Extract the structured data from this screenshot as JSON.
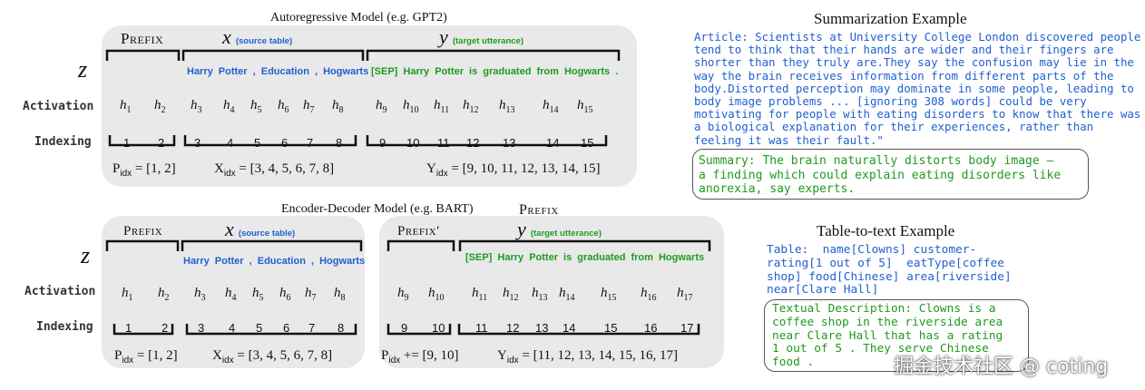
{
  "colors": {
    "blue": "#2060d0",
    "green": "#1f9a1f",
    "panel": "#e9e9e9"
  },
  "top": {
    "title": "Autoregressive Model  (e.g. GPT2)",
    "prefix": "Prefix",
    "x_var": "x",
    "x_label": "(source table)",
    "y_var": "y",
    "y_label": "(target utterance)",
    "z": "z",
    "source_tokens": "Harry Potter , Education , Hogwarts",
    "target_tokens": "[SEP] Harry Potter is graduated from Hogwarts .",
    "activation_label": "Activation",
    "indexing_label": "Indexing",
    "h": [
      "h",
      "h",
      "h",
      "h",
      "h",
      "h",
      "h",
      "h",
      "h",
      "h",
      "h",
      "h",
      "h",
      "h",
      "h"
    ],
    "h_sub": [
      "1",
      "2",
      "3",
      "4",
      "5",
      "6",
      "7",
      "8",
      "9",
      "10",
      "11",
      "12",
      "13",
      "14",
      "15"
    ],
    "nums": [
      "1",
      "2",
      "3",
      "4",
      "5",
      "6",
      "7",
      "8",
      "9",
      "10",
      "11",
      "12",
      "13",
      "14",
      "15"
    ],
    "p_idx": "P",
    "p_idx_sub": "idx",
    "p_idx_val": " = [1, 2]",
    "x_idx": "X",
    "x_idx_sub": "idx",
    "x_idx_val": " = [3, 4, 5, 6, 7, 8]",
    "y_idx": "Y",
    "y_idx_sub": "idx",
    "y_idx_val": " = [9, 10, 11, 12, 13, 14, 15]"
  },
  "bottom": {
    "title": "Encoder-Decoder Model  (e.g. BART)",
    "prefix_float": "Prefix",
    "prefix": "Prefix",
    "prefix_prime": "Prefix′",
    "x_var": "x",
    "x_label": "(source table)",
    "y_var": "y",
    "y_label": "(target utterance)",
    "z": "z",
    "source_tokens": "Harry Potter , Education , Hogwarts",
    "target_tokens": "[SEP] Harry Potter is graduated from Hogwarts",
    "activation_label": "Activation",
    "indexing_label": "Indexing",
    "h_sub": [
      "1",
      "2",
      "3",
      "4",
      "5",
      "6",
      "7",
      "8",
      "9",
      "10",
      "11",
      "12",
      "13",
      "14",
      "15",
      "16",
      "17"
    ],
    "nums": [
      "1",
      "2",
      "3",
      "4",
      "5",
      "6",
      "7",
      "8",
      "9",
      "10",
      "11",
      "12",
      "13",
      "14",
      "15",
      "16",
      "17"
    ],
    "p_idx": "P",
    "p_idx_sub": "idx",
    "p_idx_val": " = [1, 2]",
    "x_idx": "X",
    "x_idx_sub": "idx",
    "x_idx_val": " = [3, 4, 5, 6, 7, 8]",
    "p2_idx": "P",
    "p2_idx_sub": "idx",
    "p2_idx_val": " += [9, 10]",
    "y_idx": "Y",
    "y_idx_sub": "idx",
    "y_idx_val": " = [11, 12, 13, 14, 15, 16, 17]"
  },
  "summarization": {
    "title": "Summarization Example",
    "article": "Article: Scientists at University College London discovered people\ntend to think that their hands are wider and their fingers are\nshorter than they truly are.They say the confusion may lie in the\nway the brain receives information from different parts of the\nbody.Distorted perception may dominate in some people, leading to\nbody image problems ... [ignoring 308 words] could be very\nmotivating for people with eating disorders to know that there was\na biological explanation for their experiences, rather than\nfeeling it was their fault.\"",
    "summary": "Summary: The brain naturally distorts body image –\na finding which could explain eating disorders like\nanorexia, say experts."
  },
  "table2text": {
    "title": "Table-to-text Example",
    "table": "Table:  name[Clowns] customer-\nrating[1 out of 5]  eatType[coffee\nshop] food[Chinese] area[riverside]\nnear[Clare Hall]",
    "description": "Textual Description: Clowns is a\ncoffee shop in the riverside area\nnear Clare Hall that has a rating\n1 out of 5 . They serve Chinese\nfood ."
  },
  "watermark": "掘金技术社区 @ coting"
}
